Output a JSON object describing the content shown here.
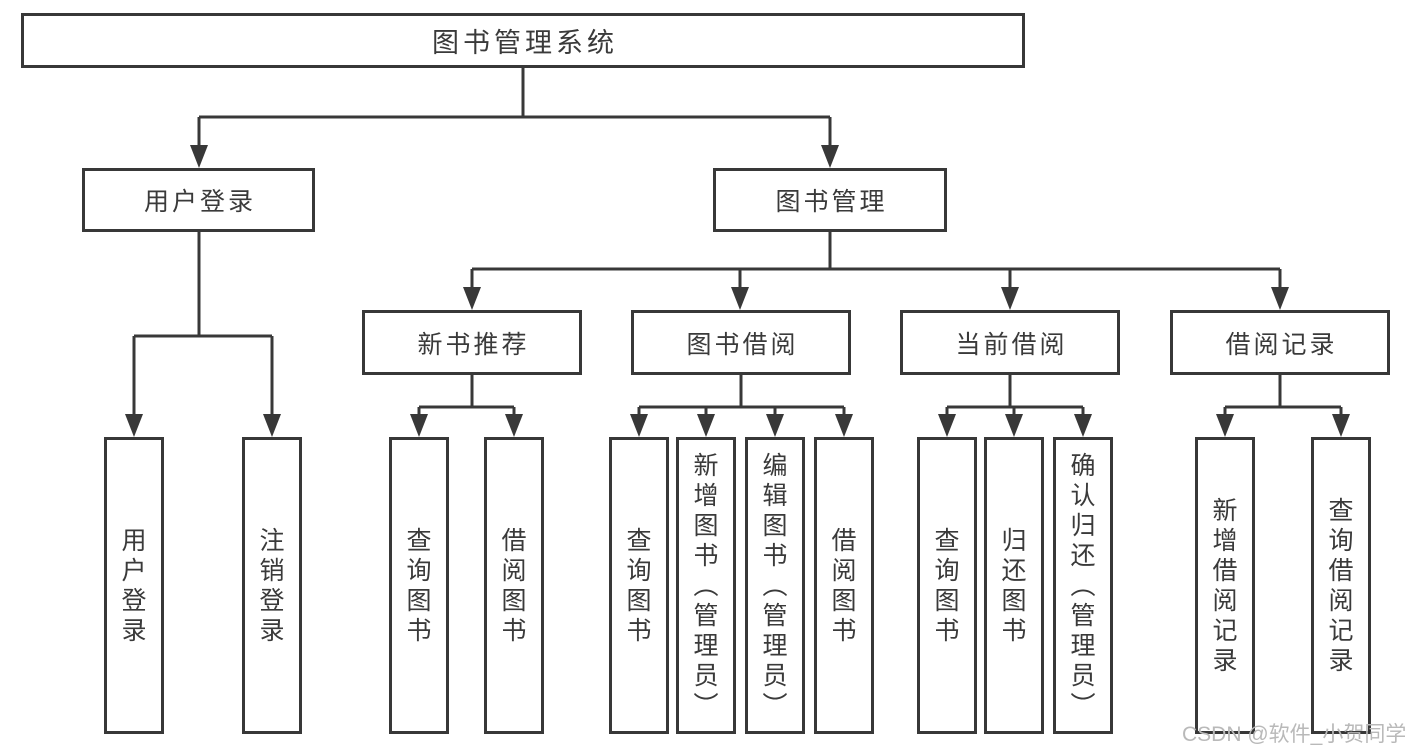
{
  "tree": {
    "root": "图书管理系统",
    "children": [
      {
        "label": "用户登录",
        "children": [
          "用户登录",
          "注销登录"
        ]
      },
      {
        "label": "图书管理",
        "children": [
          {
            "label": "新书推荐",
            "children": [
              "查询图书",
              "借阅图书"
            ]
          },
          {
            "label": "图书借阅",
            "children": [
              "查询图书",
              "新增图书（管理员）",
              "编辑图书（管理员）",
              "借阅图书"
            ]
          },
          {
            "label": "当前借阅",
            "children": [
              "查询图书",
              "归还图书",
              "确认归还（管理员）"
            ]
          },
          {
            "label": "借阅记录",
            "children": [
              "新增借阅记录",
              "查询借阅记录"
            ]
          }
        ]
      }
    ]
  },
  "watermark": {
    "text": "CSDN @软件_小贺同学"
  },
  "colors": {
    "line": "#383838",
    "text": "#3a3a3a",
    "watermark": "#b9b9b9",
    "background": "#ffffff"
  }
}
